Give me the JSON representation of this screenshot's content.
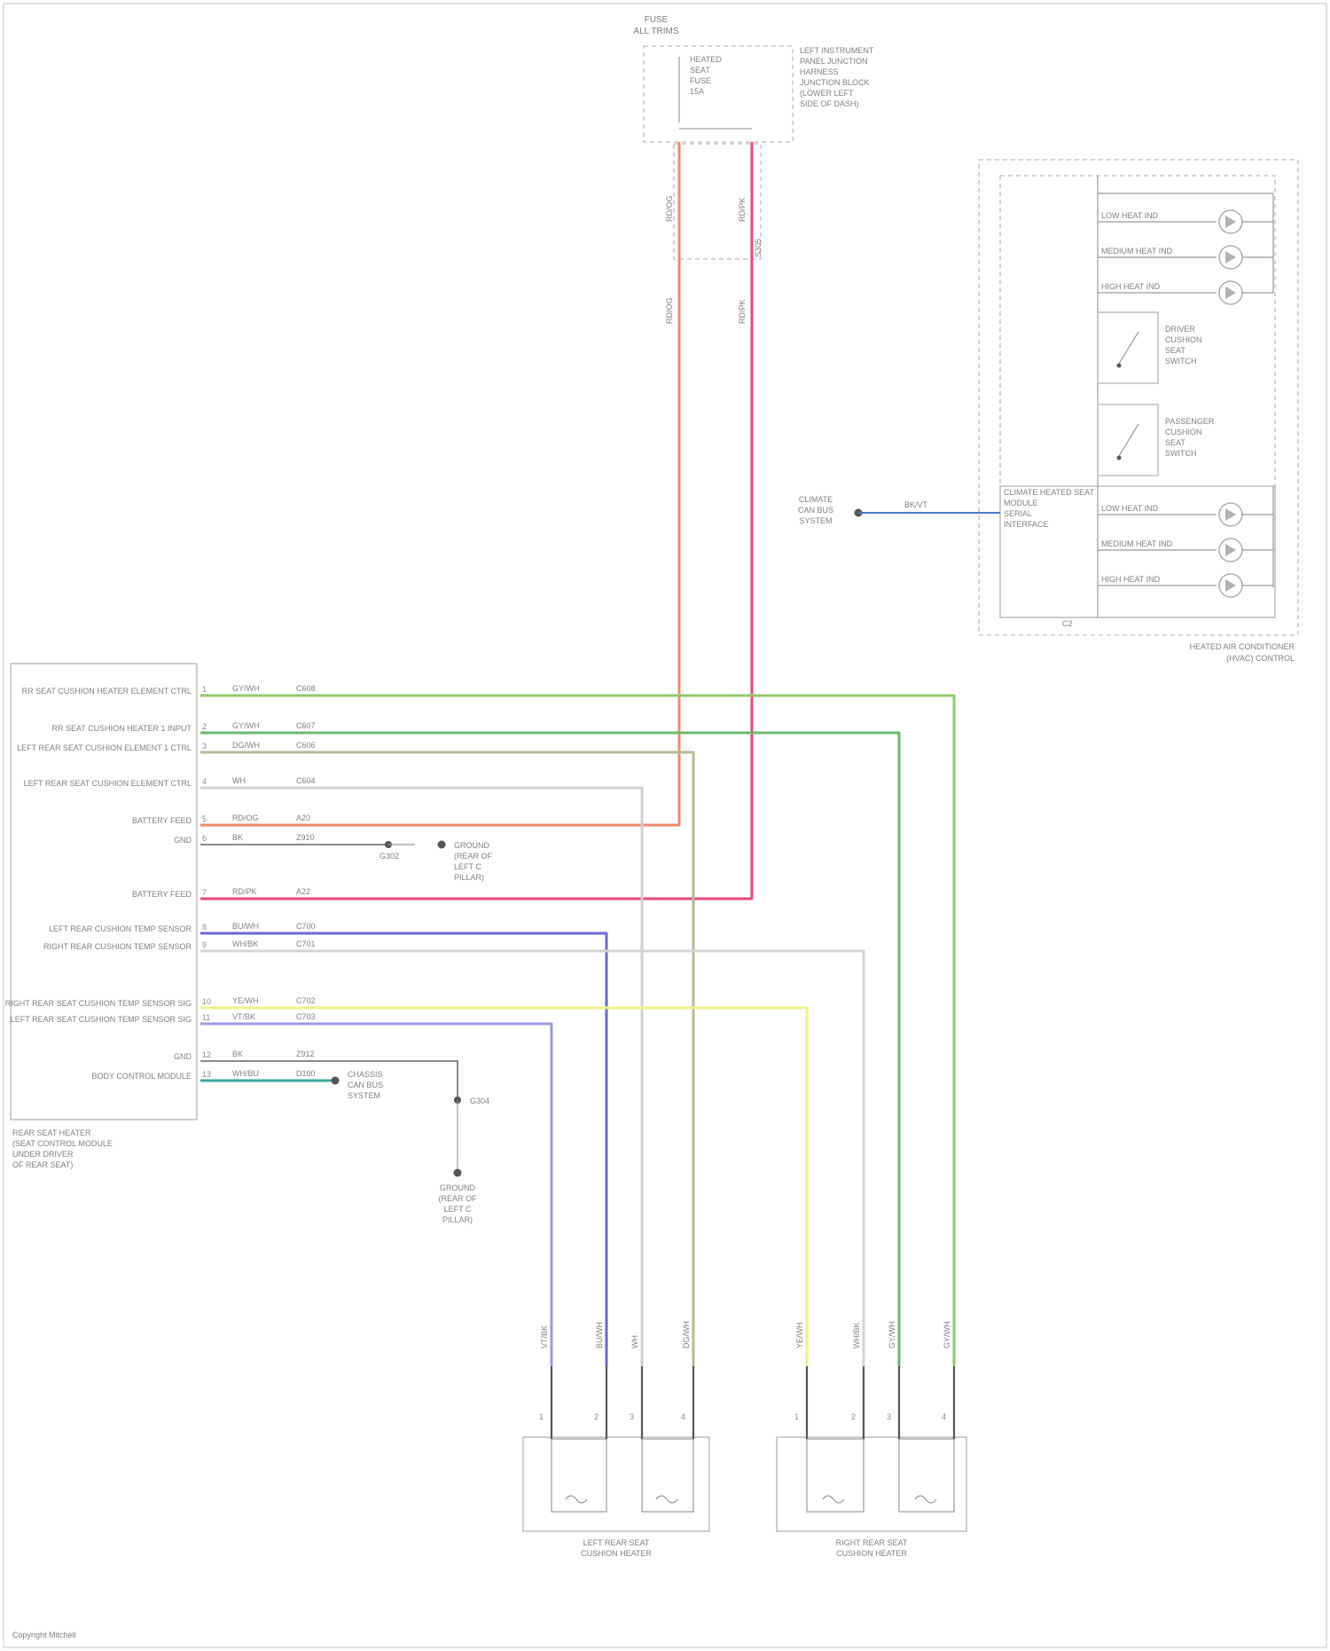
{
  "fuse_block": {
    "title_1": "FUSE",
    "title_2": "ALL TRIMS",
    "inner": [
      "HEATED",
      "SEAT",
      "FUSE",
      "15A"
    ],
    "desc": [
      "LEFT INSTRUMENT",
      "PANEL JUNCTION",
      "HARNESS",
      "JUNCTION BLOCK",
      "(LOWER LEFT",
      "SIDE OF DASH)"
    ],
    "wire_a": "RD/OG",
    "wire_b": "RD/PK",
    "wire_a2": "RD/OG",
    "wire_b2": "RD/PK",
    "splice": "S305"
  },
  "hvac_module": {
    "caption": [
      "HEATED AIR CONDITIONER",
      "(HVAC) CONTROL"
    ],
    "leds_top": [
      "LOW HEAT IND",
      "MEDIUM HEAT IND",
      "HIGH HEAT IND"
    ],
    "switch_1": [
      "DRIVER",
      "CUSHION",
      "SEAT",
      "SWITCH"
    ],
    "switch_2": [
      "PASSENGER",
      "CUSHION",
      "SEAT",
      "SWITCH"
    ],
    "interface": [
      "CLIMATE HEATED SEAT",
      "MODULE",
      "SERIAL",
      "INTERFACE"
    ],
    "leds_bottom": [
      "LOW HEAT IND",
      "MEDIUM HEAT IND",
      "HIGH HEAT IND"
    ],
    "connector": "C2",
    "bus_label": "CLIMATE",
    "bus_sub": [
      "CAN BUS",
      "SYSTEM"
    ],
    "bus_wire": "BK/VT"
  },
  "rear_module": {
    "caption": [
      "REAR SEAT HEATER",
      "(SEAT CONTROL MODULE",
      "UNDER DRIVER",
      "OF REAR SEAT)"
    ],
    "pins": [
      {
        "label": "RR SEAT CUSHION HEATER ELEMENT CTRL",
        "wire": "GY/WH",
        "circuit": "C608"
      },
      {
        "label": "RR SEAT CUSHION HEATER 1 INPUT",
        "wire": "GY/WH",
        "circuit": "C607"
      },
      {
        "label": "LEFT REAR SEAT CUSHION ELEMENT 1 CTRL",
        "wire": "DG/WH",
        "circuit": "C606"
      },
      {
        "label": "LEFT REAR SEAT CUSHION ELEMENT CTRL",
        "wire": "WH",
        "circuit": "C604"
      },
      {
        "label": "BATTERY FEED",
        "wire": "RD/OG",
        "circuit": "A20"
      },
      {
        "label": "GND",
        "wire": "BK",
        "circuit": "Z910"
      },
      {
        "label": "BATTERY FEED",
        "wire": "RD/PK",
        "circuit": "A22"
      },
      {
        "label": "LEFT REAR CUSHION TEMP SENSOR",
        "wire": "BU/WH",
        "circuit": "C700"
      },
      {
        "label": "RIGHT REAR CUSHION TEMP SENSOR",
        "wire": "WH/BK",
        "circuit": "C701"
      },
      {
        "label": "RIGHT REAR SEAT CUSHION TEMP SENSOR SIG",
        "wire": "YE/WH",
        "circuit": "C702"
      },
      {
        "label": "LEFT REAR SEAT CUSHION TEMP SENSOR SIG",
        "wire": "VT/BK",
        "circuit": "C703"
      },
      {
        "label": "GND",
        "wire": "BK",
        "circuit": "Z912"
      },
      {
        "label": "BODY CONTROL MODULE",
        "wire": "WH/BU",
        "circuit": "D100"
      }
    ],
    "ground_1": [
      "GROUND",
      "(REAR OF",
      "LEFT C",
      "PILLAR)"
    ],
    "ground_2": [
      "GROUND",
      "(REAR OF",
      "LEFT C",
      "PILLAR)"
    ],
    "splice_1": "G302",
    "splice_2": "G304",
    "can_label": [
      "CHASSIS",
      "CAN BUS",
      "SYSTEM"
    ]
  },
  "left_heater": {
    "caption": [
      "LEFT REAR SEAT",
      "CUSHION HEATER"
    ],
    "wires": [
      "VT/BK",
      "BU/WH",
      "WH",
      "DG/WH"
    ],
    "pins": [
      "1",
      "2",
      "3",
      "4"
    ]
  },
  "right_heater": {
    "caption": [
      "RIGHT REAR SEAT",
      "CUSHION HEATER"
    ],
    "wires": [
      "YE/WH",
      "WH/BK",
      "GY/WH",
      "GY/WH"
    ],
    "pins": [
      "1",
      "2",
      "3",
      "4"
    ]
  },
  "footer": "Copyright Mitchell",
  "colors": {
    "orange": "#f08a6c",
    "pink": "#e8457a",
    "green": "#92c86a",
    "green2": "#6ab86a",
    "olive": "#b8b894",
    "gray": "#b9b9b9",
    "blue": "#6a6ad0",
    "lightblue": "#9a9ae0",
    "yellow": "#f0f08a",
    "teal": "#3aa8a0",
    "busblue": "#4a78c8"
  }
}
